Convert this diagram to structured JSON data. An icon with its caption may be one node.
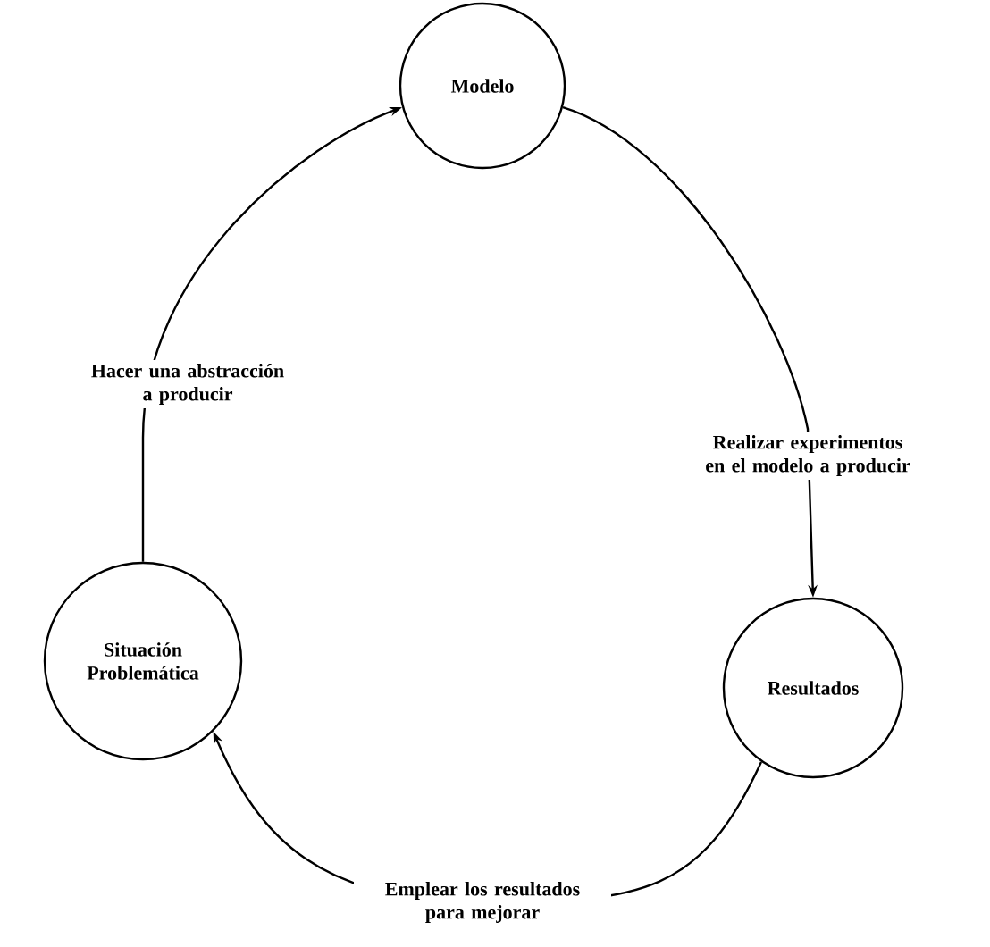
{
  "diagram": {
    "nodes": [
      {
        "text": [
          "Modelo"
        ]
      },
      {
        "text": [
          "Situación Problemática"
        ]
      },
      {
        "text": [
          "Resultados"
        ]
      }
    ],
    "edges": [
      {
        "from": 1,
        "to": 0,
        "arrow": "to",
        "label": "Hacer una abstracción a producir"
      },
      {
        "from": 0,
        "to": 2,
        "arrow": "to",
        "label": "Realizar experimentos en el modelo a producir"
      },
      {
        "from": 2,
        "to": 1,
        "arrow": "to",
        "label": "Emplear los resultados para mejorar"
      }
    ]
  }
}
